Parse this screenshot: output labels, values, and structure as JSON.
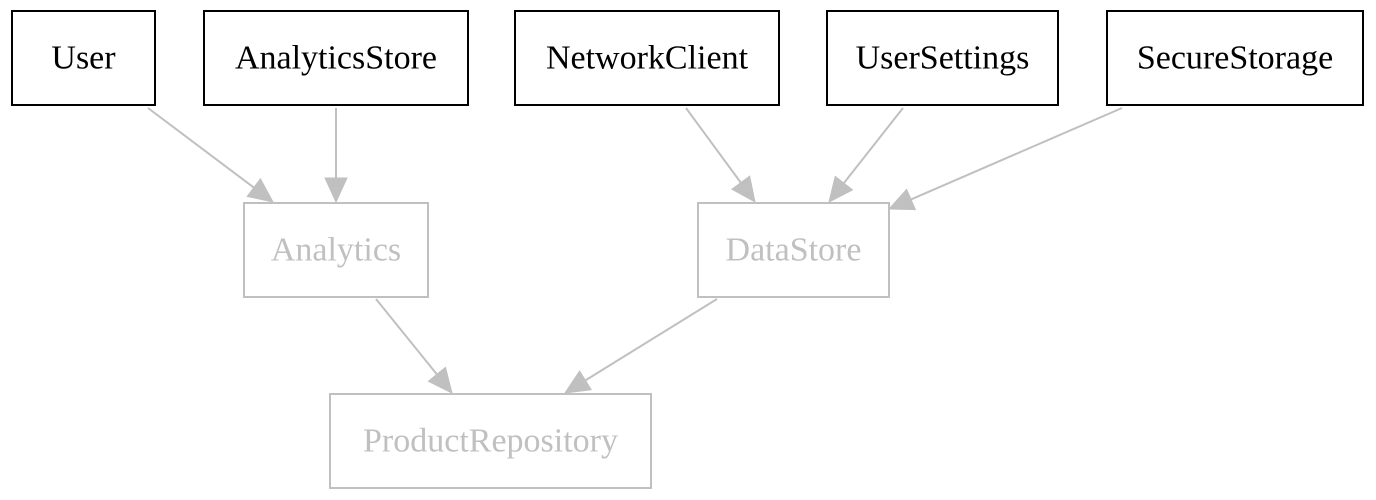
{
  "colors": {
    "active_border": "#000000",
    "active_text": "#000000",
    "dim_border": "#c0c0c0",
    "dim_text": "#c0c0c0",
    "edge": "#c0c0c0",
    "background": "#ffffff"
  },
  "nodes": {
    "user": {
      "label": "User",
      "state": "active"
    },
    "analytics_store": {
      "label": "AnalyticsStore",
      "state": "active"
    },
    "network_client": {
      "label": "NetworkClient",
      "state": "active"
    },
    "user_settings": {
      "label": "UserSettings",
      "state": "active"
    },
    "secure_storage": {
      "label": "SecureStorage",
      "state": "active"
    },
    "analytics": {
      "label": "Analytics",
      "state": "dim"
    },
    "data_store": {
      "label": "DataStore",
      "state": "dim"
    },
    "product_repository": {
      "label": "ProductRepository",
      "state": "dim"
    }
  },
  "edges": [
    {
      "from": "User",
      "to": "Analytics"
    },
    {
      "from": "AnalyticsStore",
      "to": "Analytics"
    },
    {
      "from": "NetworkClient",
      "to": "DataStore"
    },
    {
      "from": "UserSettings",
      "to": "DataStore"
    },
    {
      "from": "SecureStorage",
      "to": "DataStore"
    },
    {
      "from": "Analytics",
      "to": "ProductRepository"
    },
    {
      "from": "DataStore",
      "to": "ProductRepository"
    }
  ]
}
